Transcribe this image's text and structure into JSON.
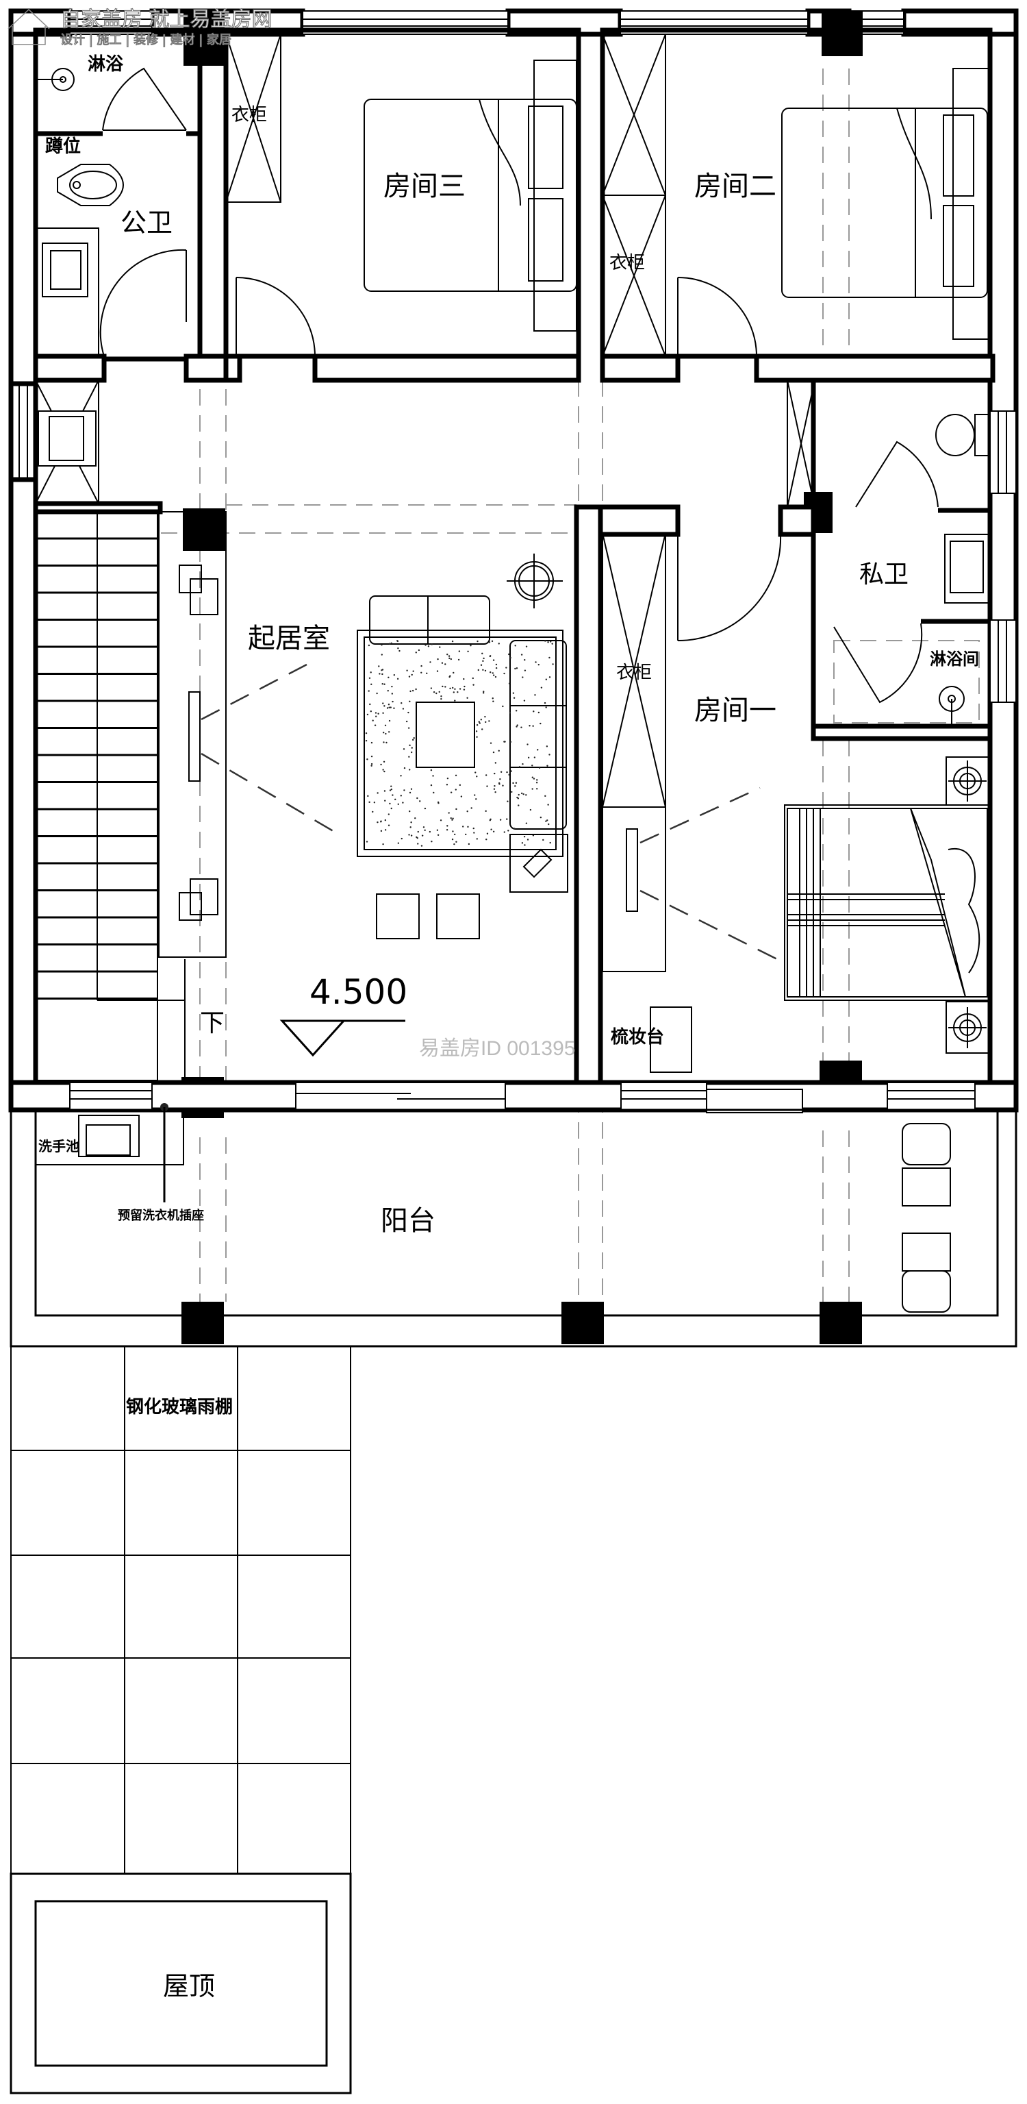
{
  "watermark": {
    "brand_line": "自家盖房 就上易盖房网",
    "tagline": "设计 | 施工 | 装修 | 建材 | 家居",
    "id_text": "易盖房ID 001395"
  },
  "rooms": {
    "public_bath": "公卫",
    "public_shower": "淋浴",
    "squat_toilet": "蹲位",
    "room3": "房间三",
    "room2": "房间二",
    "room1": "房间一",
    "living": "起居室",
    "private_bath": "私卫",
    "shower_room": "淋浴间",
    "balcony": "阳台",
    "canopy": "钢化玻璃雨棚",
    "roof": "屋顶"
  },
  "fixtures": {
    "wardrobe": "衣柜",
    "dresser": "梳妆台",
    "wash_basin": "洗手池",
    "washer_socket": "预留洗衣机插座",
    "stair_down": "下"
  },
  "elevation": {
    "value": "4.500"
  },
  "colors": {
    "line": "#000000",
    "axis": "#999999",
    "background": "#ffffff"
  }
}
